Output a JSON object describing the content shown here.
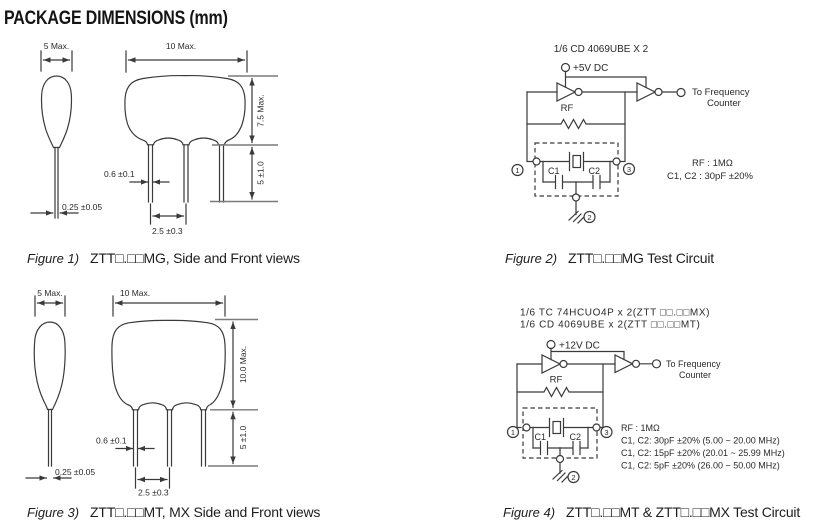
{
  "title": "PACKAGE DIMENSIONS (mm)",
  "colors": {
    "ink": "#3a3a3a",
    "text": "#2a2a2a",
    "ref_line": "#7a7a7a",
    "background": "#ffffff"
  },
  "fig1": {
    "label": "Figure 1)",
    "caption": "ZTT□.□□MG, Side and Front views",
    "dim_width_side": "5 Max.",
    "dim_lead_thickness": "0.25 ±0.05",
    "dim_width_front": "10 Max.",
    "dim_body_height": "7.5 Max.",
    "dim_lead_length": "5 ±1.0",
    "dim_lead_width": "0.6 ±0.1",
    "dim_lead_pitch": "2.5 ±0.3"
  },
  "fig2": {
    "label": "Figure 2)",
    "caption": "ZTT□.□□MG Test Circuit",
    "ic": "1/6 CD 4069UBE X 2",
    "supply": "+5V DC",
    "rf": "RF",
    "out_line1": "To Frequency",
    "out_line2": "Counter",
    "c1": "C1",
    "c2": "C2",
    "pin1": "1",
    "pin2": "2",
    "pin3": "3",
    "note1": "RF : 1MΩ",
    "note2": "C1, C2 : 30pF ±20%"
  },
  "fig3": {
    "label": "Figure 3)",
    "caption": "ZTT□.□□MT, MX Side and Front views",
    "dim_width_side": "5 Max.",
    "dim_lead_thickness": "0.25 ±0.05",
    "dim_width_front": "10 Max.",
    "dim_body_height": "10.0 Max.",
    "dim_lead_length": "5 ±1.0",
    "dim_lead_width": "0.6 ±0.1",
    "dim_lead_pitch": "2.5 ±0.3"
  },
  "fig4": {
    "label": "Figure 4)",
    "caption": "ZTT□.□□MT &  ZTT□.□□MX Test Circuit",
    "ic_line1": "1/6 TC 74HCUO4P x 2(ZTT □□.□□MX)",
    "ic_line2": "1/6 CD 4069UBE x 2(ZTT □□.□□MT)",
    "supply": "+12V DC",
    "rf": "RF",
    "out_line1": "To Frequency",
    "out_line2": "Counter",
    "c1": "C1",
    "c2": "C2",
    "pin1": "1",
    "pin2": "2",
    "pin3": "3",
    "note1": "RF : 1MΩ",
    "note2": "C1, C2: 30pF ±20% (5.00 ~ 20.00 MHz)",
    "note3": "C1, C2: 15pF ±20% (20.01 ~ 25.99 MHz)",
    "note4": "C1, C2: 5pF ±20% (26.00 ~ 50.00 MHz)"
  }
}
